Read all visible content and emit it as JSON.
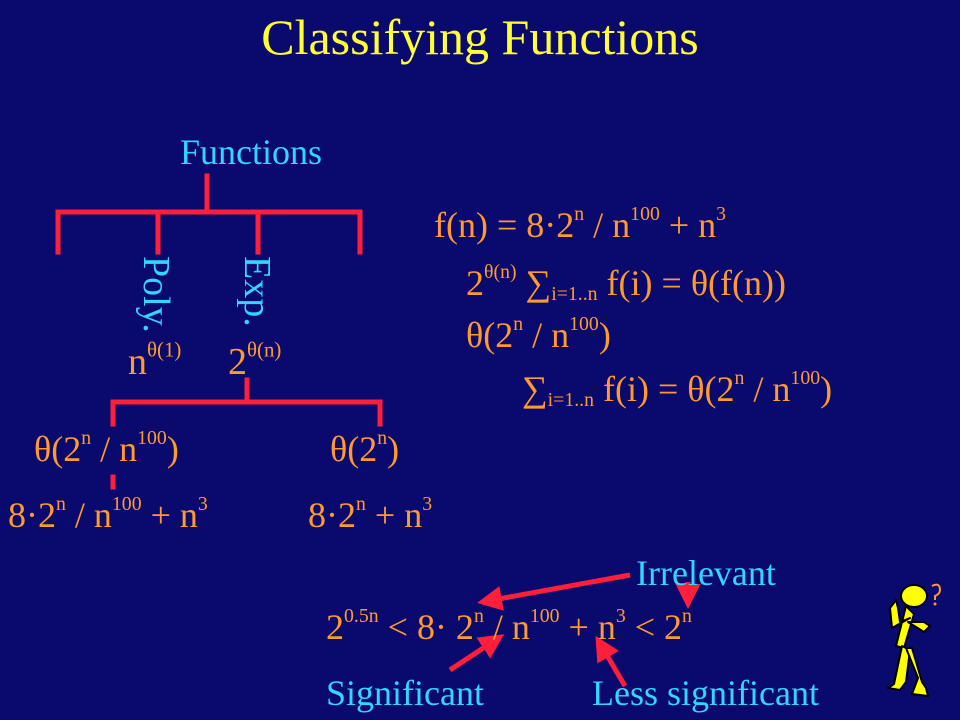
{
  "title": "Classifying Functions",
  "tree": {
    "root": "Functions",
    "poly_label": "Poly.",
    "poly_base": "n",
    "poly_exp": "θ(1)",
    "exp_label": "Exp.",
    "exp_base": "2",
    "exp_exp": "θ(n)",
    "left_class": {
      "pre": "θ(2",
      "n": "n",
      "mid": " / n",
      "e": "100",
      "post": ")"
    },
    "right_class": {
      "pre": "θ(2",
      "n": "n",
      "post": ")"
    },
    "left_example": {
      "a": "8·2",
      "n": "n",
      "b": " / n",
      "e100": "100",
      "c": "  + n",
      "e3": "3"
    },
    "right_example": {
      "a": "8·2",
      "n": "n",
      "b": " + n",
      "e3": "3"
    }
  },
  "right_panel": {
    "line1": {
      "a": "f(n) = 8·2",
      "n": "n",
      "b": " / n",
      "e100": "100",
      "c": "  + n",
      "e3": "3"
    },
    "line2": {
      "a": "2",
      "exp": "θ(n)",
      "sym": "",
      "sum": " ∑",
      "range": "i=1..n",
      "b": " f(i) = θ(f(n))"
    },
    "line3": {
      "a": "θ(2",
      "n": "n",
      "b": " / n",
      "e100": "100",
      "c": ")"
    },
    "line4": {
      "sym": "",
      "sum": " ∑",
      "range": "i=1..n",
      "a": " f(i) = θ(2",
      "n": "n",
      "b": " / n",
      "e100": "100",
      "c": ")"
    }
  },
  "bottom": {
    "irrelevant": "Irrelevant",
    "ineq": {
      "a": "2",
      "e05": "0.5n",
      "lt1": " <  ",
      "b": "8· 2",
      "n": "n",
      "c": " / n",
      "e100": "100",
      "d": "  + n",
      "e3": "3",
      "lt2": "  < ",
      "f": "2",
      "n2": "n"
    },
    "significant": "Significant",
    "less_significant": "Less significant"
  },
  "colors": {
    "background": "#0a0a6e",
    "title": "#ffff33",
    "cyan": "#33d6ff",
    "orange": "#ff9a2e",
    "red": "#ff1f3a",
    "figure": "#ffff00"
  },
  "icons": {
    "figure": "thinking-stick-figure-icon"
  }
}
